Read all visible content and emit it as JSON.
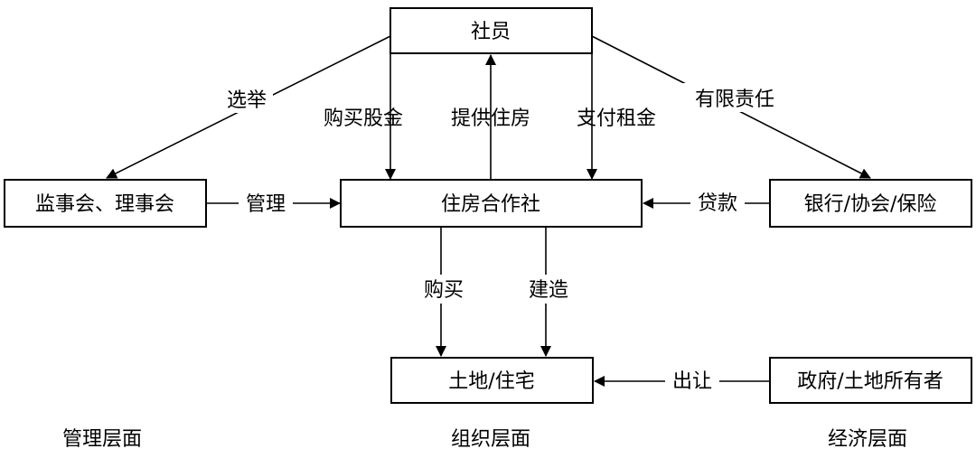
{
  "nodes": {
    "members": "社员",
    "supervisory_board": "监事会、理事会",
    "cooperative": "住房合作社",
    "banks": "银行/协会/保险",
    "land_housing": "土地/住宅",
    "government": "政府/土地所有者"
  },
  "edges": {
    "elect": "选举",
    "buy_shares": "购买股金",
    "provide_housing": "提供住房",
    "pay_rent": "支付租金",
    "limited_liability": "有限责任",
    "manage": "管理",
    "loan": "贷款",
    "purchase": "购买",
    "build": "建造",
    "transfer": "出让"
  },
  "layers": {
    "management": "管理层面",
    "organization": "组织层面",
    "economic": "经济层面"
  }
}
